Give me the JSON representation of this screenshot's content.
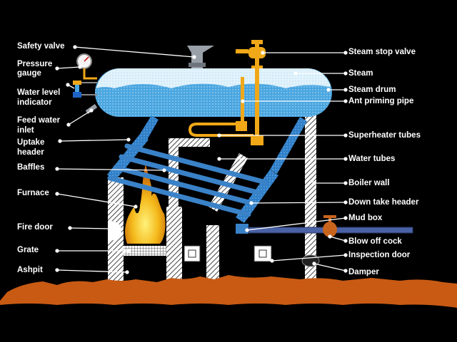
{
  "diagram": {
    "labels_left": {
      "safety_valve": "Safety valve",
      "pressure_gauge_1": "Pressure",
      "pressure_gauge_2": "gauge",
      "water_level_indicator_1": "Water level",
      "water_level_indicator_2": "indicator",
      "feed_water_inlet_1": "Feed water",
      "feed_water_inlet_2": "inlet",
      "uptake_header_1": "Uptake",
      "uptake_header_2": "header",
      "baffles": "Baffles",
      "furnace": "Furnace",
      "fire_door": "Fire door",
      "grate": "Grate",
      "ashpit": "Ashpit"
    },
    "labels_right": {
      "steam_stop_valve": "Steam stop valve",
      "steam": "Steam",
      "steam_drum": "Steam drum",
      "anti_priming_pipe": "Ant priming pipe",
      "superheater_tubes": "Superheater tubes",
      "water_tubes": "Water tubes",
      "boiler_wall": "Boiler wall",
      "down_take_header": "Down take header",
      "mud_box": "Mud box",
      "blow_off_cock": "Blow off cock",
      "inspection_door": "Inspection door",
      "damper": "Damper"
    },
    "colors": {
      "background": "#000000",
      "water": "#5bb0e0",
      "steam": "#dff2fb",
      "tubes": "#3a82c8",
      "valve": "#f0a818",
      "ground": "#c85a14",
      "flame": "#f6c81c"
    }
  }
}
